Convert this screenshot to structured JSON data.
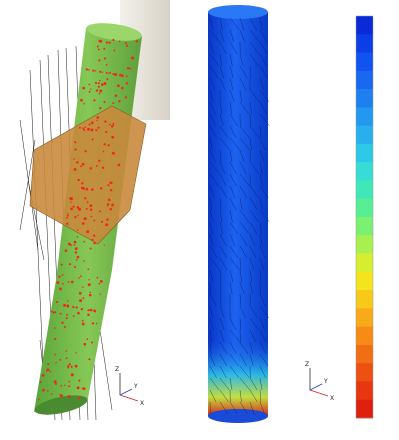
{
  "left_view": {
    "axes": {
      "x": "X",
      "y": "Y",
      "z": "Z"
    }
  },
  "right_view": {
    "axes": {
      "x": "X",
      "y": "Y",
      "z": "Z"
    },
    "legend": {
      "colors": [
        "#0a2ad8",
        "#0b3ee6",
        "#1053ee",
        "#1868f0",
        "#1e80f0",
        "#2398f0",
        "#28b0ee",
        "#2ec8e8",
        "#36dcd6",
        "#40e8b8",
        "#58ee94",
        "#7cf070",
        "#a8f050",
        "#d6ee30",
        "#f4e41e",
        "#f8c81a",
        "#f8aa18",
        "#f68c16",
        "#f26e14",
        "#ee5012",
        "#e83610",
        "#e0200e"
      ]
    }
  },
  "colors": {
    "background": "#ffffff",
    "green_cylinder": "#7cc04a",
    "orange_plane": "#c88a3c",
    "red_points": "#ee2a1a",
    "blue_field": "#1a5ee8"
  }
}
